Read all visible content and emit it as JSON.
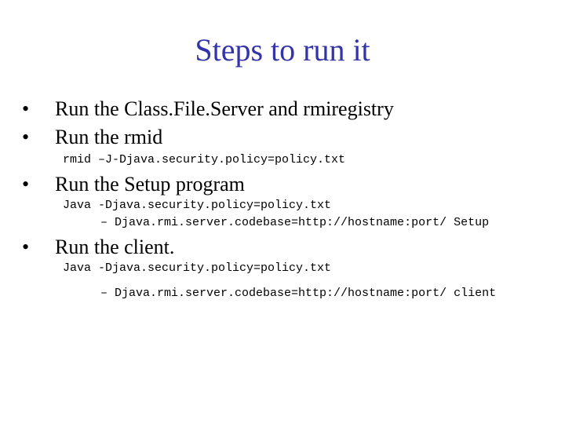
{
  "slide": {
    "title": "Steps to run it",
    "bullet_glyph": "•",
    "bullets": [
      {
        "text": "Run the Class.File.Server and rmiregistry"
      },
      {
        "text": "Run the rmid"
      },
      {
        "text": "Run the Setup program"
      },
      {
        "text": "Run the client."
      }
    ],
    "code": {
      "rmid": "rmid –J-Djava.security.policy=policy.txt",
      "setup_line1": "Java -Djava.security.policy=policy.txt",
      "setup_line2": "– Djava.rmi.server.codebase=http://hostname:port/ Setup",
      "client_line1": "Java -Djava.security.policy=policy.txt",
      "client_line2": "– Djava.rmi.server.codebase=http://hostname:port/ client"
    },
    "colors": {
      "title": "#3333aa",
      "text": "#000000",
      "background": "#ffffff"
    }
  }
}
